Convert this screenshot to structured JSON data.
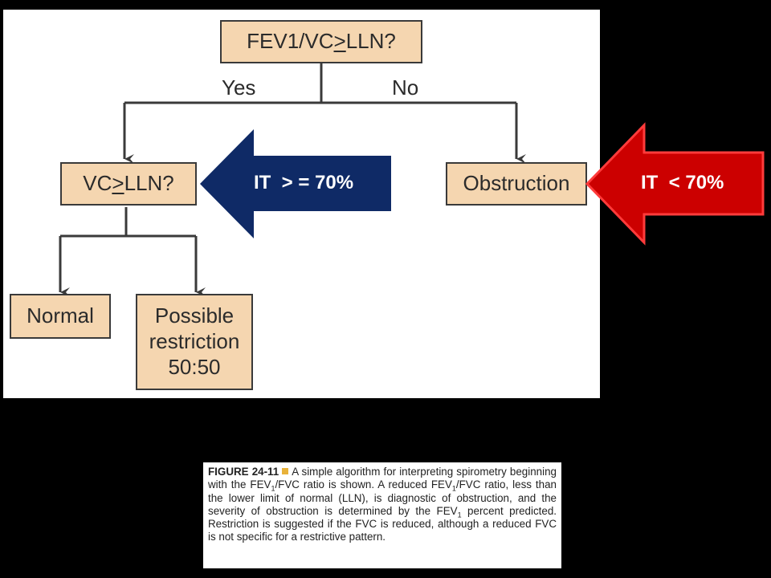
{
  "flowchart": {
    "root": {
      "pre": "FEV1/VC ",
      "op": ">",
      "post": " LLN?"
    },
    "yes_label": "Yes",
    "no_label": "No",
    "vc_node": {
      "pre": "VC ",
      "op": ">",
      "post": " LLN?"
    },
    "obstruction": "Obstruction",
    "normal": "Normal",
    "possible_restriction": [
      "Possible",
      "restriction",
      "50:50"
    ]
  },
  "callouts": {
    "blue": {
      "text": "IT  > = 70%",
      "color": "#0f2a66"
    },
    "red": {
      "text": "IT  < 70%",
      "color": "#cc0000"
    }
  },
  "caption": {
    "figure_label": "FIGURE 24-11",
    "parts": [
      "A simple algorithm for interpreting spirometry beginning with the FEV",
      "1",
      "/FVC ratio is shown. A reduced FEV",
      "1",
      "/FVC ratio, less than the lower limit of normal (LLN), is diagnostic of obstruction, and the severity of obstruction is determined by the FEV",
      "1",
      " percent predicted. Restriction is suggested if the FVC is reduced, although a reduced FVC is not specific for a restrictive pattern."
    ]
  },
  "colors": {
    "node_fill": "#f5d6b0",
    "line": "#3a3a3a",
    "background": "#000000"
  }
}
